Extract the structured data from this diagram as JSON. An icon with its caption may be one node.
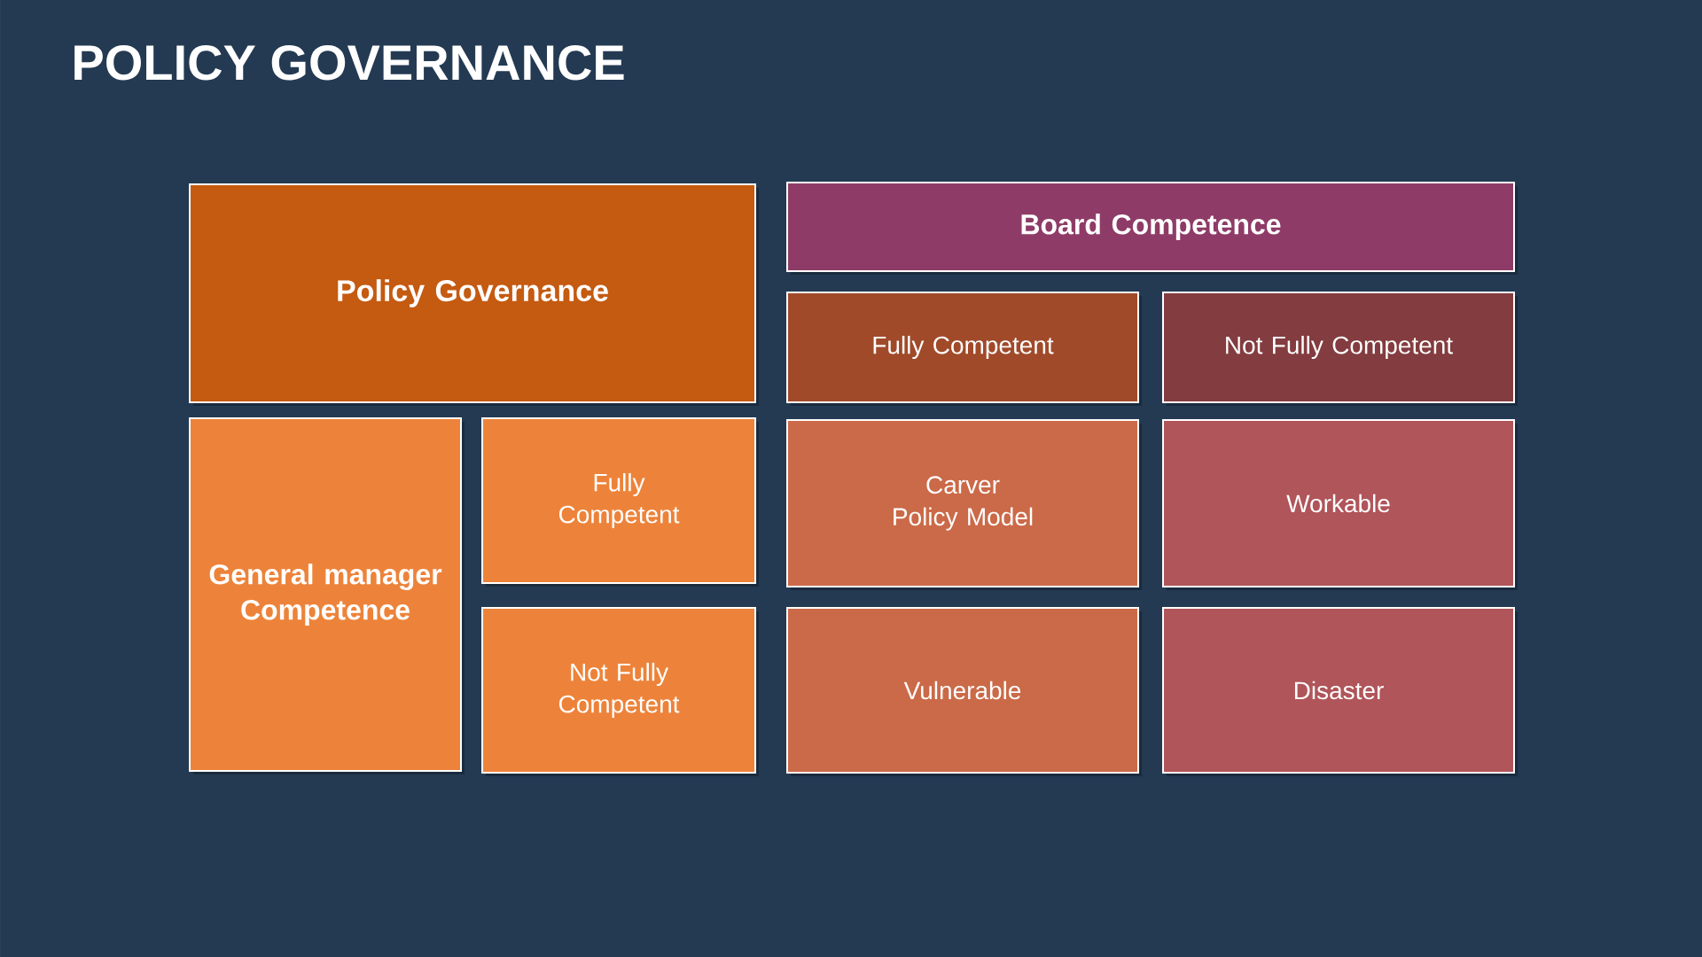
{
  "diagram": {
    "title": "POLICY GOVERNANCE",
    "nodes": [
      {
        "text": [
          "Policy Governance"
        ]
      },
      {
        "text": [
          "Board Competence"
        ]
      },
      {
        "text": [
          "Fully Competent"
        ]
      },
      {
        "text": [
          "Not Fully Competent"
        ]
      },
      {
        "text": [
          "General manager Competence"
        ]
      },
      {
        "text": [
          "Fully Competent"
        ]
      },
      {
        "text": [
          "Carver Policy Model"
        ]
      },
      {
        "text": [
          "Workable"
        ]
      },
      {
        "text": [
          "Not Fully Competent"
        ]
      },
      {
        "text": [
          "Vulnerable"
        ]
      },
      {
        "text": [
          "Disaster"
        ]
      }
    ]
  }
}
